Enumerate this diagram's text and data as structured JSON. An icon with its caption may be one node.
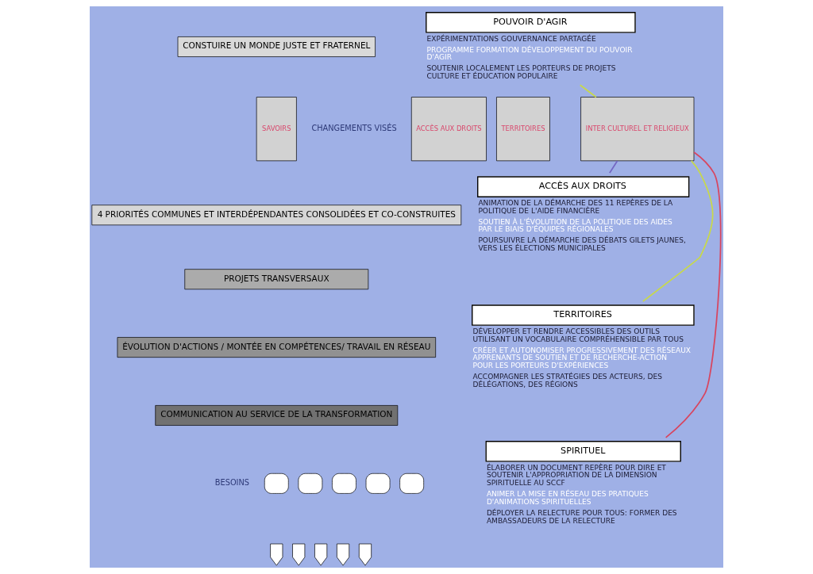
{
  "diagram": {
    "nodes": [
      {
        "text": [
          "CONSTUIRE UN MONDE JUSTE ET FRATERNEL"
        ]
      },
      {
        "text": [
          "SAVOIRS"
        ]
      },
      {
        "text": [
          "ACCÈS AUX DROITS"
        ]
      },
      {
        "text": [
          "TERRITOIRES"
        ]
      },
      {
        "text": [
          "INTER CULTUREL ET RELIGIEUX"
        ]
      },
      {
        "text": [
          "4 PRIORITÉS COMMUNES ET INTERDÉPENDANTES CONSOLIDÉES ET CO-CONSTRUITES"
        ]
      },
      {
        "text": [
          "PROJETS TRANSVERSAUX"
        ]
      },
      {
        "text": [
          "ÉVOLUTION D'ACTIONS / MONTÉE EN COMPÉTENCES/ TRAVAIL EN RÉSEAU"
        ]
      },
      {
        "text": [
          "COMMUNICATION AU SERVICE DE LA TRANSFORMATION"
        ]
      },
      {
        "text": [
          "POUVOIR D'AGIR"
        ],
        "beside": [
          "EXPÉRIMENTATIONS GOUVERNANCE PARTAGÉE",
          "PROGRAMME FORMATION DÉVELOPPEMENT DU POUVOIR D'AGIR",
          "SOUTENIR LOCALEMENT LES PORTEURS DE PROJETS CULTURE ET ÉDUCATION POPULAIRE"
        ]
      },
      {
        "text": [
          "ACCÈS AUX DROITS"
        ],
        "beside": [
          "ANIMATION DE LA DÉMARCHE DES 11 REPÈRES DE LA POLITIQUE DE L'AIDE FINANCIÈRE",
          "SOUTIEN À L'ÉVOLUTION DE LA POLITIQUE DES AIDES PAR LE BIAIS D'ÉQUIPES RÉGIONALES",
          "POURSUIVRE LA DÉMARCHE DES DÉBATS GILETS JAUNES, VERS LES ÉLECTIONS MUNICIPALES"
        ]
      },
      {
        "text": [
          "TERRITOIRES"
        ],
        "beside": [
          "DÉVELOPPER ET RENDRE ACCESSIBLES DES OUTILS UTILISANT UN VOCABULAIRE COMPRÉHENSIBLE PAR TOUS",
          "CRÉER ET AUTONOMISER PROGRESSIVEMENT DES RÉSEAUX APPRENANTS DE SOUTIEN ET DE RECHERCHE-ACTION POUR LES PORTEURS D'EXPÉRIENCES",
          "ACCOMPAGNER LES STRATÉGIES DES ACTEURS, DES DÉLÉGATIONS, DES RÉGIONS"
        ]
      },
      {
        "text": [
          "SPIRITUEL"
        ],
        "beside": [
          "ÉLABORER UN DOCUMENT REPÈRE POUR DIRE ET SOUTENIR L'APPROPRIATION DE LA DIMENSION SPIRITUELLE AU SCCF",
          "ANIMER LA MISE EN RÉSEAU DES PRATIQUES D'ANIMATIONS SPIRITUELLES",
          "DÉPLOYER LA RELECTURE POUR TOUS: FORMER DES AMBASSADEURS DE LA RELECTURE"
        ]
      },
      {
        "text": [],
        "shape": "bubble"
      },
      {
        "text": [],
        "shape": "bubble"
      },
      {
        "text": [],
        "shape": "bubble"
      },
      {
        "text": [],
        "shape": "bubble"
      },
      {
        "text": [],
        "shape": "bubble"
      },
      {
        "text": [],
        "shape": "person"
      },
      {
        "text": [],
        "shape": "person"
      },
      {
        "text": [],
        "shape": "person"
      },
      {
        "text": [],
        "shape": "person"
      },
      {
        "text": [],
        "shape": "person"
      }
    ],
    "edges": [
      {
        "from": 4,
        "to": 9,
        "arrow": "none",
        "color": "#c8d94a"
      },
      {
        "from": 4,
        "to": 10,
        "arrow": "none",
        "color": "#7467c2"
      },
      {
        "from": 4,
        "to": 11,
        "arrow": "none",
        "color": "#c8d94a"
      },
      {
        "from": 4,
        "to": 12,
        "arrow": "none",
        "color": "#d8455f"
      }
    ],
    "labels": [
      "CHANGEMENTS VISÉS",
      "BESOINS"
    ]
  }
}
